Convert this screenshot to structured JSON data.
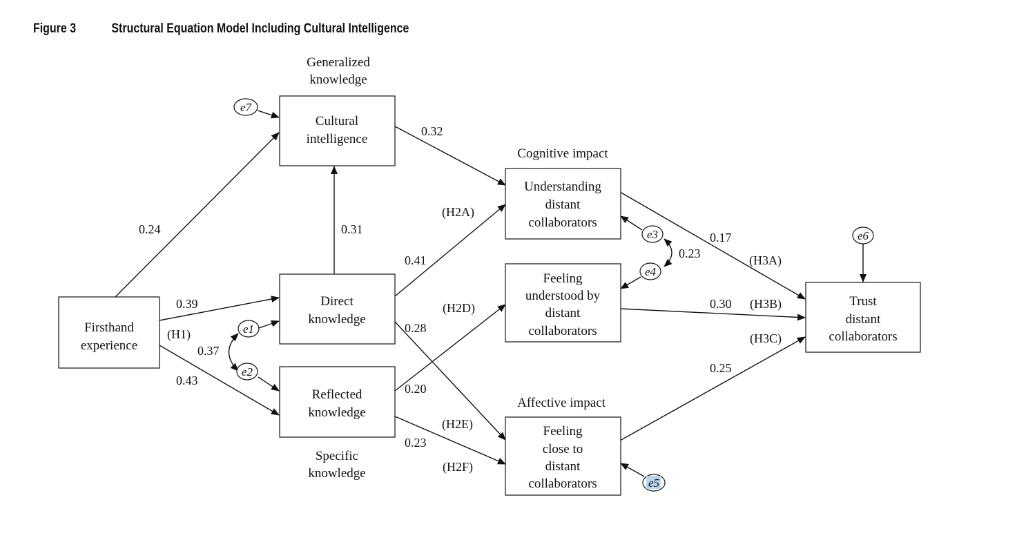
{
  "figure": {
    "number": "Figure 3",
    "title": "Structural Equation Model Including Cultural Intelligence"
  },
  "group_labels": {
    "generalized": [
      "Generalized",
      "knowledge"
    ],
    "specific": [
      "Specific",
      "knowledge"
    ],
    "cognitive": [
      "Cognitive impact"
    ],
    "affective": [
      "Affective impact"
    ]
  },
  "nodes": {
    "firsthand": [
      "Firsthand",
      "experience"
    ],
    "cultural": [
      "Cultural",
      "intelligence"
    ],
    "direct": [
      "Direct",
      "knowledge"
    ],
    "reflected": [
      "Reflected",
      "knowledge"
    ],
    "understanding": [
      "Understanding",
      "distant",
      "collaborators"
    ],
    "understood": [
      "Feeling",
      "understood by",
      "distant",
      "collaborators"
    ],
    "close": [
      "Feeling",
      "close to",
      "distant",
      "collaborators"
    ],
    "trust": [
      "Trust",
      "distant",
      "collaborators"
    ]
  },
  "error_terms": {
    "e1": "e1",
    "e2": "e2",
    "e3": "e3",
    "e4": "e4",
    "e5": "e5",
    "e6": "e6",
    "e7": "e7"
  },
  "paths": [
    {
      "from": "firsthand",
      "to": "cultural",
      "coef": "0.24",
      "hyp": ""
    },
    {
      "from": "firsthand",
      "to": "direct",
      "coef": "0.39",
      "hyp": "(H1)"
    },
    {
      "from": "firsthand",
      "to": "reflected",
      "coef": "0.43",
      "hyp": ""
    },
    {
      "from": "direct",
      "to": "cultural",
      "coef": "0.31",
      "hyp": ""
    },
    {
      "from": "cultural",
      "to": "understanding",
      "coef": "0.32",
      "hyp": ""
    },
    {
      "from": "direct",
      "to": "understanding",
      "coef": "0.41",
      "hyp": "(H2A)"
    },
    {
      "from": "direct",
      "to": "close",
      "coef": "0.28",
      "hyp": "(H2E)"
    },
    {
      "from": "reflected",
      "to": "understood",
      "coef": "0.20",
      "hyp": "(H2D)"
    },
    {
      "from": "reflected",
      "to": "close",
      "coef": "0.23",
      "hyp": "(H2F)"
    },
    {
      "from": "understanding",
      "to": "trust",
      "coef": "0.17",
      "hyp": "(H3A)"
    },
    {
      "from": "understood",
      "to": "trust",
      "coef": "0.30",
      "hyp": "(H3B)"
    },
    {
      "from": "close",
      "to": "trust",
      "coef": "0.25",
      "hyp": "(H3C)"
    }
  ],
  "covariances": [
    {
      "between": [
        "e1",
        "e2"
      ],
      "coef": "0.37"
    },
    {
      "between": [
        "e3",
        "e4"
      ],
      "coef": "0.23"
    }
  ],
  "labels": {
    "c024": "0.24",
    "c039": "0.39",
    "h1": "(H1)",
    "c037": "0.37",
    "c043": "0.43",
    "c031": "0.31",
    "c032": "0.32",
    "h2a": "(H2A)",
    "c041": "0.41",
    "h2d": "(H2D)",
    "c028": "0.28",
    "c020": "0.20",
    "h2e": "(H2E)",
    "c023a": "0.23",
    "h2f": "(H2F)",
    "c017": "0.17",
    "h3a": "(H3A)",
    "c023b": "0.23",
    "c030": "0.30",
    "h3b": "(H3B)",
    "h3c": "(H3C)",
    "c025": "0.25"
  },
  "highlight_color": "#b8d4ec"
}
